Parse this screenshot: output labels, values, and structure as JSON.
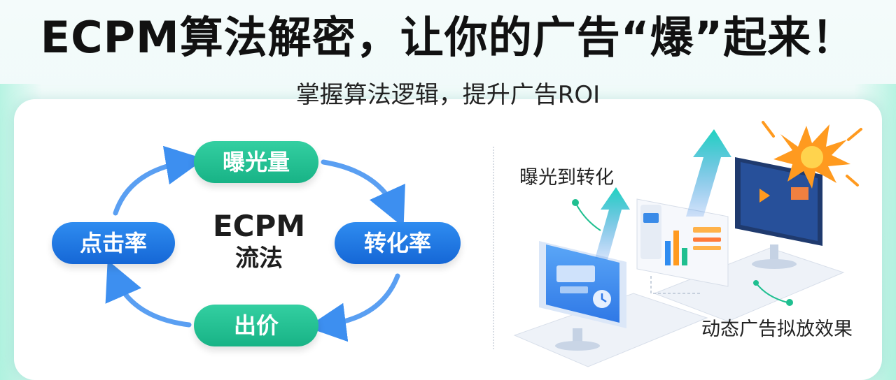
{
  "title": "ECPM算法解密，让你的广告“爆”起来！",
  "subtitle": "掌握算法逻辑，提升广告ROI",
  "cycle": {
    "center_line1": "ECPM",
    "center_line2": "流法",
    "nodes": {
      "top": "曝光量",
      "right": "转化率",
      "bottom": "出价",
      "left": "点击率"
    }
  },
  "illustration": {
    "label_top": "曝光到转化",
    "label_bottom": "动态广告拟放效果"
  },
  "colors": {
    "green": "#1fbf90",
    "blue": "#1d74e0",
    "arrow_blue": "#3d8ff0",
    "arrow_cyan": "#20d0c0",
    "burst": "#ff9a1f"
  }
}
